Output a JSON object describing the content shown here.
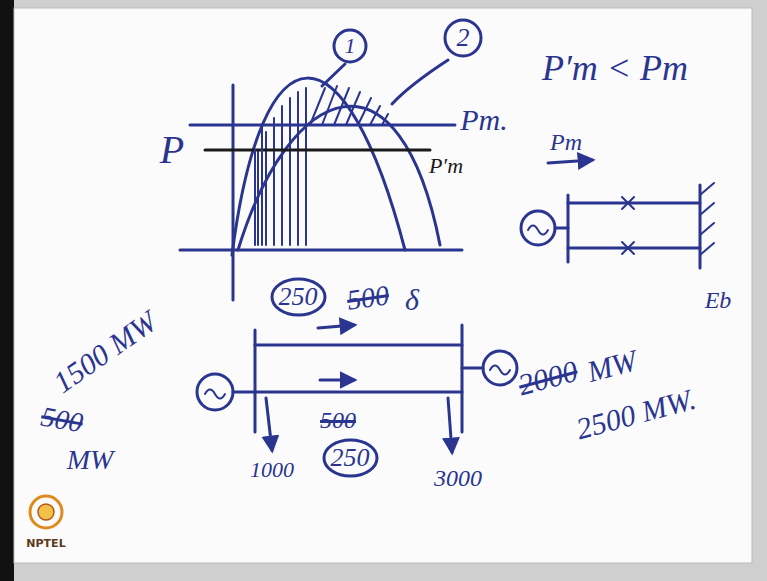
{
  "diagram": {
    "nodes": [
      {
        "text": [
          "1"
        ]
      },
      {
        "text": [
          "2"
        ]
      },
      {
        "text": [
          "250"
        ]
      },
      {
        "text": [
          "250"
        ]
      }
    ],
    "labels": [
      "P",
      "Pm.",
      "P′m",
      "P′m < Pm",
      "Pm",
      "Eb",
      "δ",
      "500",
      "1500 MW",
      "500",
      "MW",
      "500",
      "2000",
      "MW",
      "2500 MW.",
      "1000",
      "3000",
      "NPTEL"
    ]
  }
}
